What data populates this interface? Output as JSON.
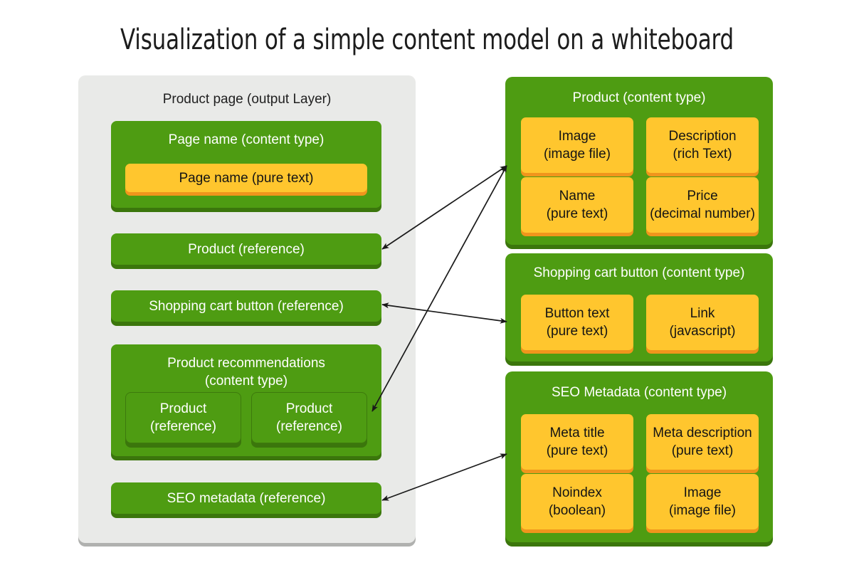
{
  "title": "Visualization of a simple content model on a whiteboard",
  "colors": {
    "green": "#4e9c12",
    "green_shadow": "#3b760c",
    "yellow": "#ffc62e",
    "yellow_shadow": "#f0951c",
    "panel_gray": "#e9eae8",
    "gray_shadow": "#b0b1af",
    "text_dark": "#1f1f1f",
    "text_light": "#ffffff",
    "connector": "#1a1a1a"
  },
  "output_layer": {
    "heading": "Product page (output Layer)",
    "page_name_group": {
      "heading": "Page name (content type)",
      "field": "Page name (pure text)"
    },
    "references": [
      {
        "label": "Product (reference)"
      },
      {
        "label": "Shopping cart button (reference)"
      },
      {
        "label": "SEO metadata (reference)"
      }
    ],
    "recommendations": {
      "heading_line1": "Product recommendations",
      "heading_line2": "(content type)",
      "items": [
        {
          "line1": "Product",
          "line2": "(reference)"
        },
        {
          "line1": "Product",
          "line2": "(reference)"
        }
      ]
    }
  },
  "content_types": [
    {
      "heading": "Product (content type)",
      "fields": [
        {
          "line1": "Image",
          "line2": "(image file)"
        },
        {
          "line1": "Description",
          "line2": "(rich Text)"
        },
        {
          "line1": "Name",
          "line2": "(pure text)"
        },
        {
          "line1": "Price",
          "line2": "(decimal number)"
        }
      ]
    },
    {
      "heading": "Shopping cart button (content type)",
      "fields": [
        {
          "line1": "Button text",
          "line2": "(pure text)"
        },
        {
          "line1": "Link",
          "line2": "(javascript)"
        }
      ]
    },
    {
      "heading": "SEO Metadata (content type)",
      "fields": [
        {
          "line1": "Meta title",
          "line2": "(pure text)"
        },
        {
          "line1": "Meta description",
          "line2": "(pure text)"
        },
        {
          "line1": "Noindex",
          "line2": "(boolean)"
        },
        {
          "line1": "Image",
          "line2": "(image file)"
        }
      ]
    }
  ],
  "connectors": [
    {
      "name": "product-reference-to-product-type",
      "from": "Product (reference)",
      "to": "Product (content type)",
      "double_headed": true
    },
    {
      "name": "recommendation-product-to-product-type",
      "from": "Product (reference)",
      "to": "Product (content type)",
      "double_headed": true
    },
    {
      "name": "shopping-cart-reference-to-type",
      "from": "Shopping cart button (reference)",
      "to": "Shopping cart button (content type)",
      "double_headed": true
    },
    {
      "name": "seo-metadata-reference-to-type",
      "from": "SEO metadata (reference)",
      "to": "SEO Metadata (content type)",
      "double_headed": true
    }
  ]
}
